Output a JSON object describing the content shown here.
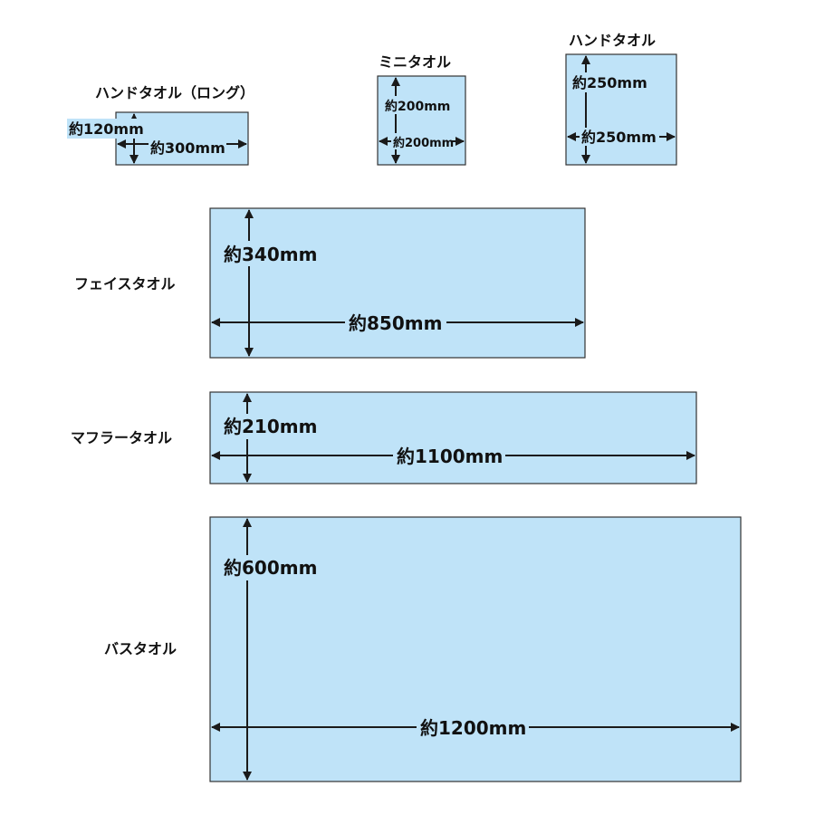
{
  "towels": [
    {
      "id": "hand-towel-long",
      "name": "ハンドタオル（ロング）",
      "height_label": "約120mm",
      "width_label": "約300mm"
    },
    {
      "id": "mini-towel",
      "name": "ミニタオル",
      "height_label": "約200mm",
      "width_label": "約200mm"
    },
    {
      "id": "hand-towel",
      "name": "ハンドタオル",
      "height_label": "約250mm",
      "width_label": "約250mm"
    },
    {
      "id": "face-towel",
      "name": "フェイスタオル",
      "height_label": "約340mm",
      "width_label": "約850mm"
    },
    {
      "id": "muffler-towel",
      "name": "マフラータオル",
      "height_label": "約210mm",
      "width_label": "約1100mm"
    },
    {
      "id": "bath-towel",
      "name": "バスタオル",
      "height_label": "約600mm",
      "width_label": "約1200mm"
    }
  ],
  "colors": {
    "box_fill": "#bfe3f8",
    "box_stroke": "#333333",
    "arrow": "#1a1a1a"
  }
}
